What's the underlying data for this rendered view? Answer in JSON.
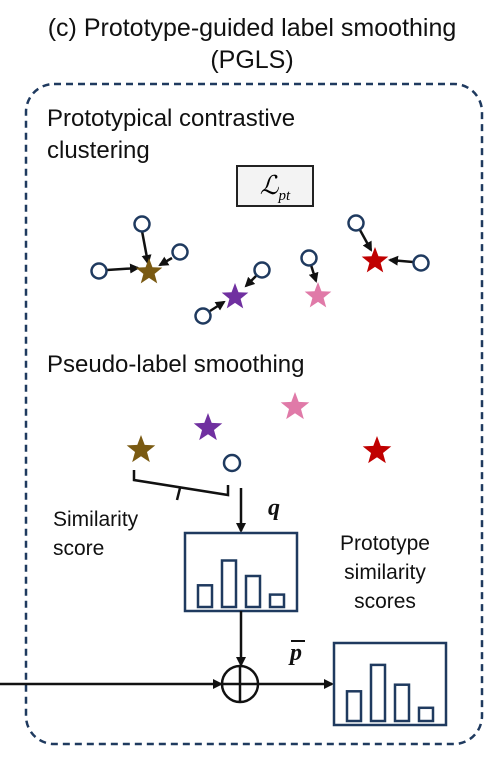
{
  "title_line1": "(c) Prototype-guided label smoothing",
  "title_line2": "(PGLS)",
  "section1_line1": "Prototypical contrastive",
  "section1_line2": "clustering",
  "loss": {
    "symbol": "ℒ",
    "subscript": "pt"
  },
  "section2": "Pseudo-label smoothing",
  "similarity_line1": "Similarity",
  "similarity_line2": "score",
  "proto_line1": "Prototype",
  "proto_line2": "similarity",
  "proto_line3": "scores",
  "q_label": "q",
  "p_label": "p",
  "colors": {
    "border": "#1f3a5f",
    "brown": "#7a5a12",
    "purple": "#7030a0",
    "pink": "#e07aa8",
    "red": "#c00000",
    "box": "#1f3a5f"
  },
  "histogram_q": [
    0.35,
    0.75,
    0.5,
    0.2
  ],
  "histogram_p": [
    0.45,
    0.85,
    0.55,
    0.2
  ]
}
